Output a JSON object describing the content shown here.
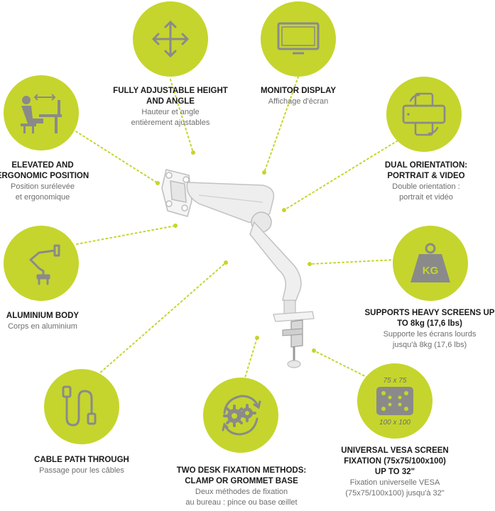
{
  "colors": {
    "accent": "#c5d52d",
    "icon": "#8a8a8a",
    "text": "#1a1a1a",
    "subtext": "#6e6e6e"
  },
  "features": {
    "adjustable": {
      "icon": "four-way-arrows-icon",
      "en": [
        "FULLY ADJUSTABLE HEIGHT",
        "AND ANGLE"
      ],
      "fr": [
        "Hauteur et angle",
        "entièrement ajustables"
      ]
    },
    "monitor": {
      "icon": "monitor-icon",
      "en": [
        "MONITOR DISPLAY"
      ],
      "fr": [
        "Affichage d'écran"
      ]
    },
    "ergonomic": {
      "icon": "ergonomic-desk-icon",
      "en": [
        "ELEVATED AND",
        "ERGONOMIC POSITION"
      ],
      "fr": [
        "Position surélevée",
        "et ergonomique"
      ]
    },
    "orientation": {
      "icon": "rotate-phone-icon",
      "en": [
        "DUAL ORIENTATION:",
        "PORTRAIT & VIDEO"
      ],
      "fr": [
        "Double orientation :",
        "portrait et vidéo"
      ]
    },
    "aluminium": {
      "icon": "monitor-arm-icon",
      "en": [
        "ALUMINIUM BODY"
      ],
      "fr": [
        "Corps en aluminium"
      ]
    },
    "weight": {
      "icon": "weight-kg-icon",
      "icon_text": "KG",
      "en": [
        "SUPPORTS HEAVY SCREENS UP",
        "TO 8kg (17,6 lbs)"
      ],
      "fr": [
        "Supporte les écrans lourds",
        "jusqu'à 8kg (17,6 lbs)"
      ]
    },
    "cable": {
      "icon": "cable-icon",
      "en": [
        "CABLE PATH THROUGH"
      ],
      "fr": [
        "Passage pour les câbles"
      ]
    },
    "fixation": {
      "icon": "gears-icon",
      "en": [
        "TWO DESK FIXATION METHODS:",
        "CLAMP OR GROMMET BASE"
      ],
      "fr": [
        "Deux méthodes de fixation",
        "au bureau : pince ou base œillet"
      ]
    },
    "vesa": {
      "icon": "vesa-plate-icon",
      "icon_top": "75 x 75",
      "icon_bottom": "100 x 100",
      "en": [
        "UNIVERSAL VESA SCREEN",
        "FIXATION (75x75/100x100)",
        "UP TO 32\""
      ],
      "fr": [
        "Fixation universelle VESA",
        "(75x75/100x100) jusqu'à 32\""
      ]
    }
  }
}
